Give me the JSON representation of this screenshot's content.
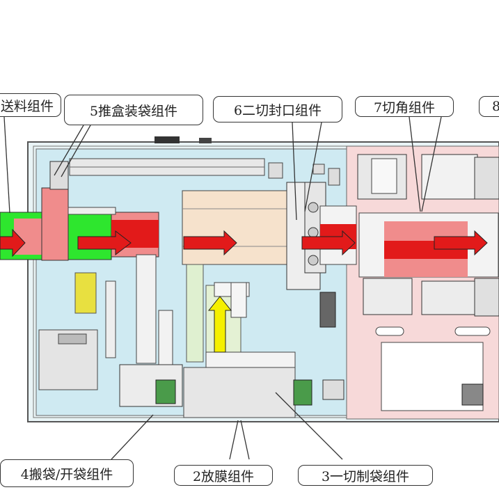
{
  "labels": {
    "c1": "送料组件",
    "c5": "5推盒装袋组件",
    "c6": "6二切封口组件",
    "c7": "7切角组件",
    "c8": "8",
    "c4": "4搬袋/开袋组件",
    "c2": "2放膜组件",
    "c3": "3一切制袋组件"
  },
  "colors": {
    "frame_blue": "#cfeaf2",
    "section_pink": "#f7d9d9",
    "conveyor_green": "#2ee62e",
    "flow_arrow": "#e62020",
    "film_arrow": "#f5f000",
    "block_pink": "#f08c8c",
    "tray_beige": "#f6e2cc"
  },
  "icons": [
    "flow-arrow-icon",
    "film-feed-arrow-icon",
    "motor-icon"
  ]
}
